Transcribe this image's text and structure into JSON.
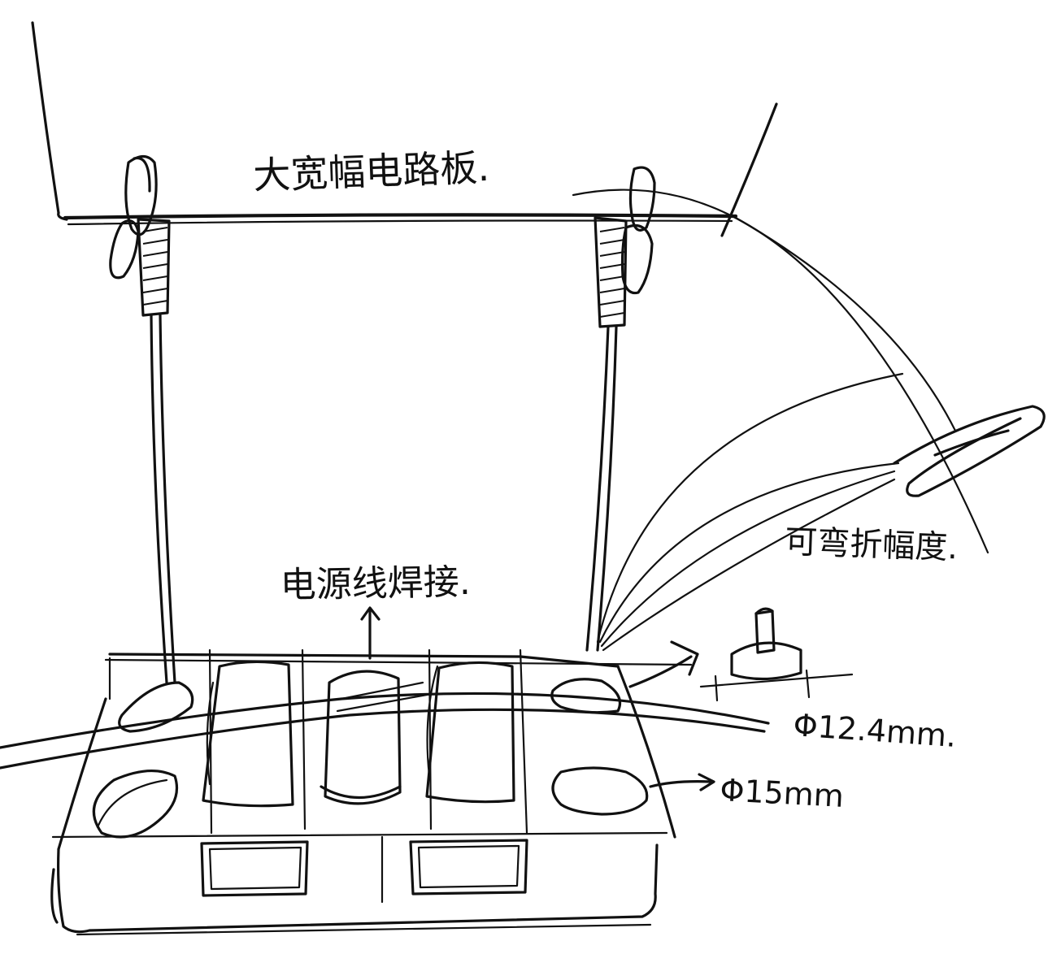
{
  "labels": {
    "circuit_board": "大宽幅电路板.",
    "bend_range": "可弯折幅度.",
    "power_solder": "电源线焊接.",
    "hole_small": "Φ12.4mm.",
    "hole_large": "Φ15mm"
  }
}
